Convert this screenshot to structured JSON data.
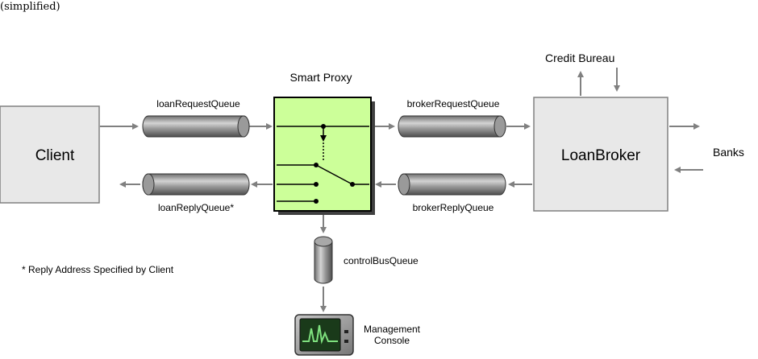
{
  "header_fragment": "(simplified)",
  "nodes": {
    "client": "Client",
    "loan_broker": "LoanBroker",
    "smart_proxy": "Smart Proxy",
    "credit_bureau": "Credit Bureau",
    "banks": "Banks",
    "management_console_line1": "Management",
    "management_console_line2": "Console"
  },
  "queues": {
    "loan_request": "loanRequestQueue",
    "loan_reply": "loanReplyQueue*",
    "broker_request": "brokerRequestQueue",
    "broker_reply": "brokerReplyQueue",
    "control_bus": "controlBusQueue"
  },
  "footnote": "* Reply Address Specified by Client",
  "colors": {
    "proxy_fill": "#ccff99",
    "box_fill": "#e8e8e8",
    "arrow": "#808080",
    "screen_bg": "#1a3a1a",
    "signal": "#7ee07e"
  }
}
